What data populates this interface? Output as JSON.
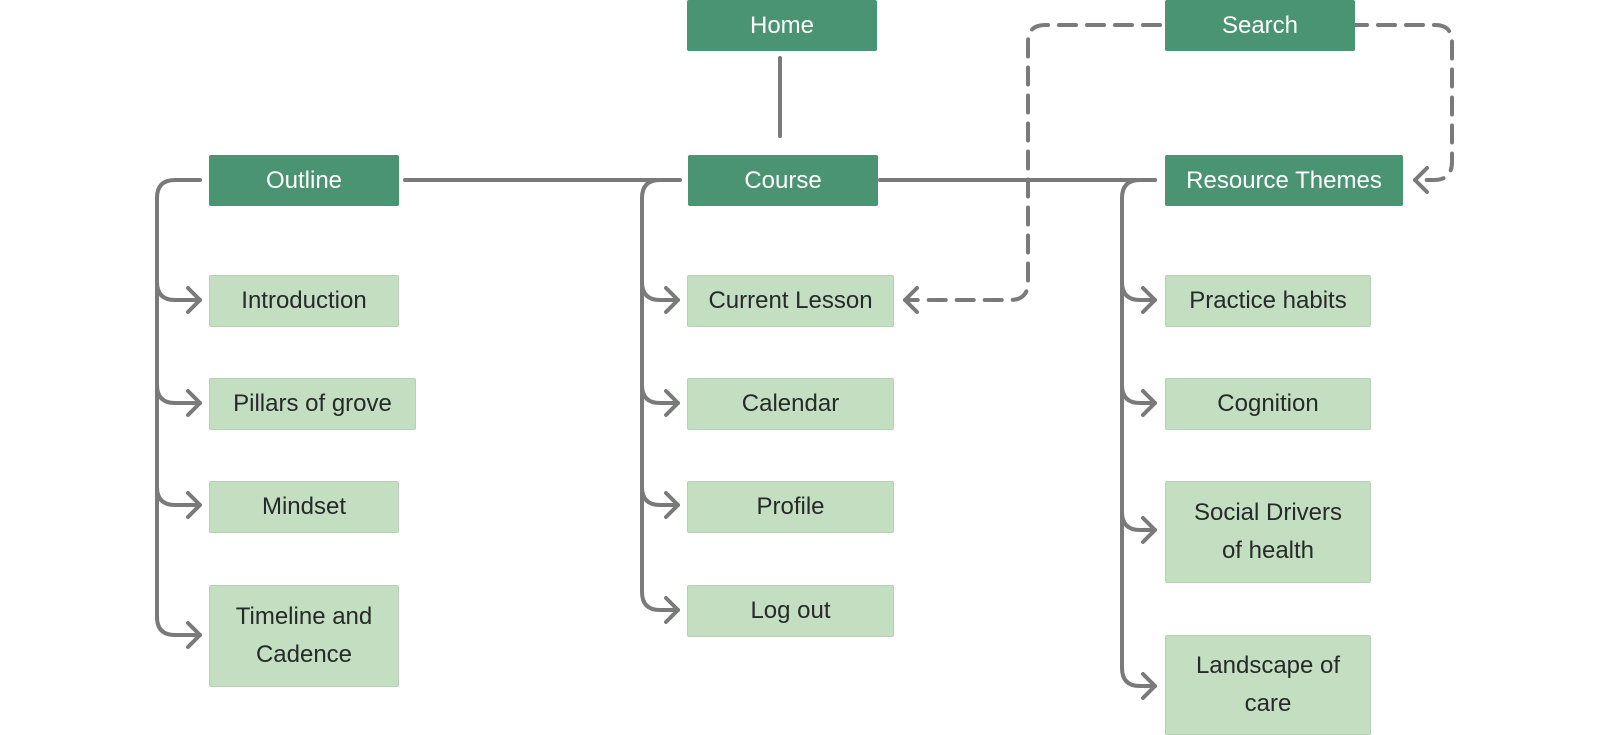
{
  "colors": {
    "primary_node": "#4a9473",
    "secondary_node": "#c3dec1",
    "connector": "#7a7a7a"
  },
  "nodes": {
    "home": "Home",
    "search": "Search",
    "outline": "Outline",
    "course": "Course",
    "resource_themes": "Resource Themes",
    "outline_items": [
      "Introduction",
      "Pillars of grove",
      "Mindset",
      "Timeline and Cadence"
    ],
    "course_items": [
      "Current Lesson",
      "Calendar",
      "Profile",
      "Log out"
    ],
    "resource_items": [
      "Practice habits",
      "Cognition",
      "Social Drivers of health",
      "Landscape of care"
    ]
  }
}
